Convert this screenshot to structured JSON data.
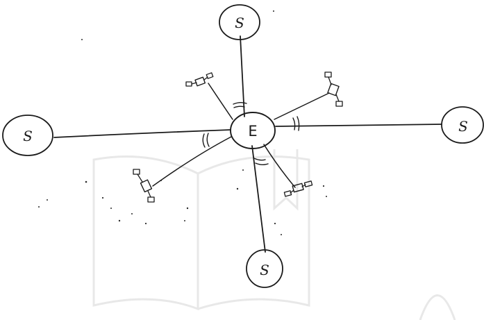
{
  "diagram": {
    "center": {
      "label": "E"
    },
    "nodes": [
      {
        "id": "top",
        "label": "S"
      },
      {
        "id": "left",
        "label": "S"
      },
      {
        "id": "right",
        "label": "S"
      },
      {
        "id": "bottom",
        "label": "S"
      }
    ],
    "satellites": [
      {
        "id": "upper-left"
      },
      {
        "id": "upper-right"
      },
      {
        "id": "lower-left"
      },
      {
        "id": "lower-right"
      }
    ],
    "ink_color": "#1a1a1a"
  }
}
